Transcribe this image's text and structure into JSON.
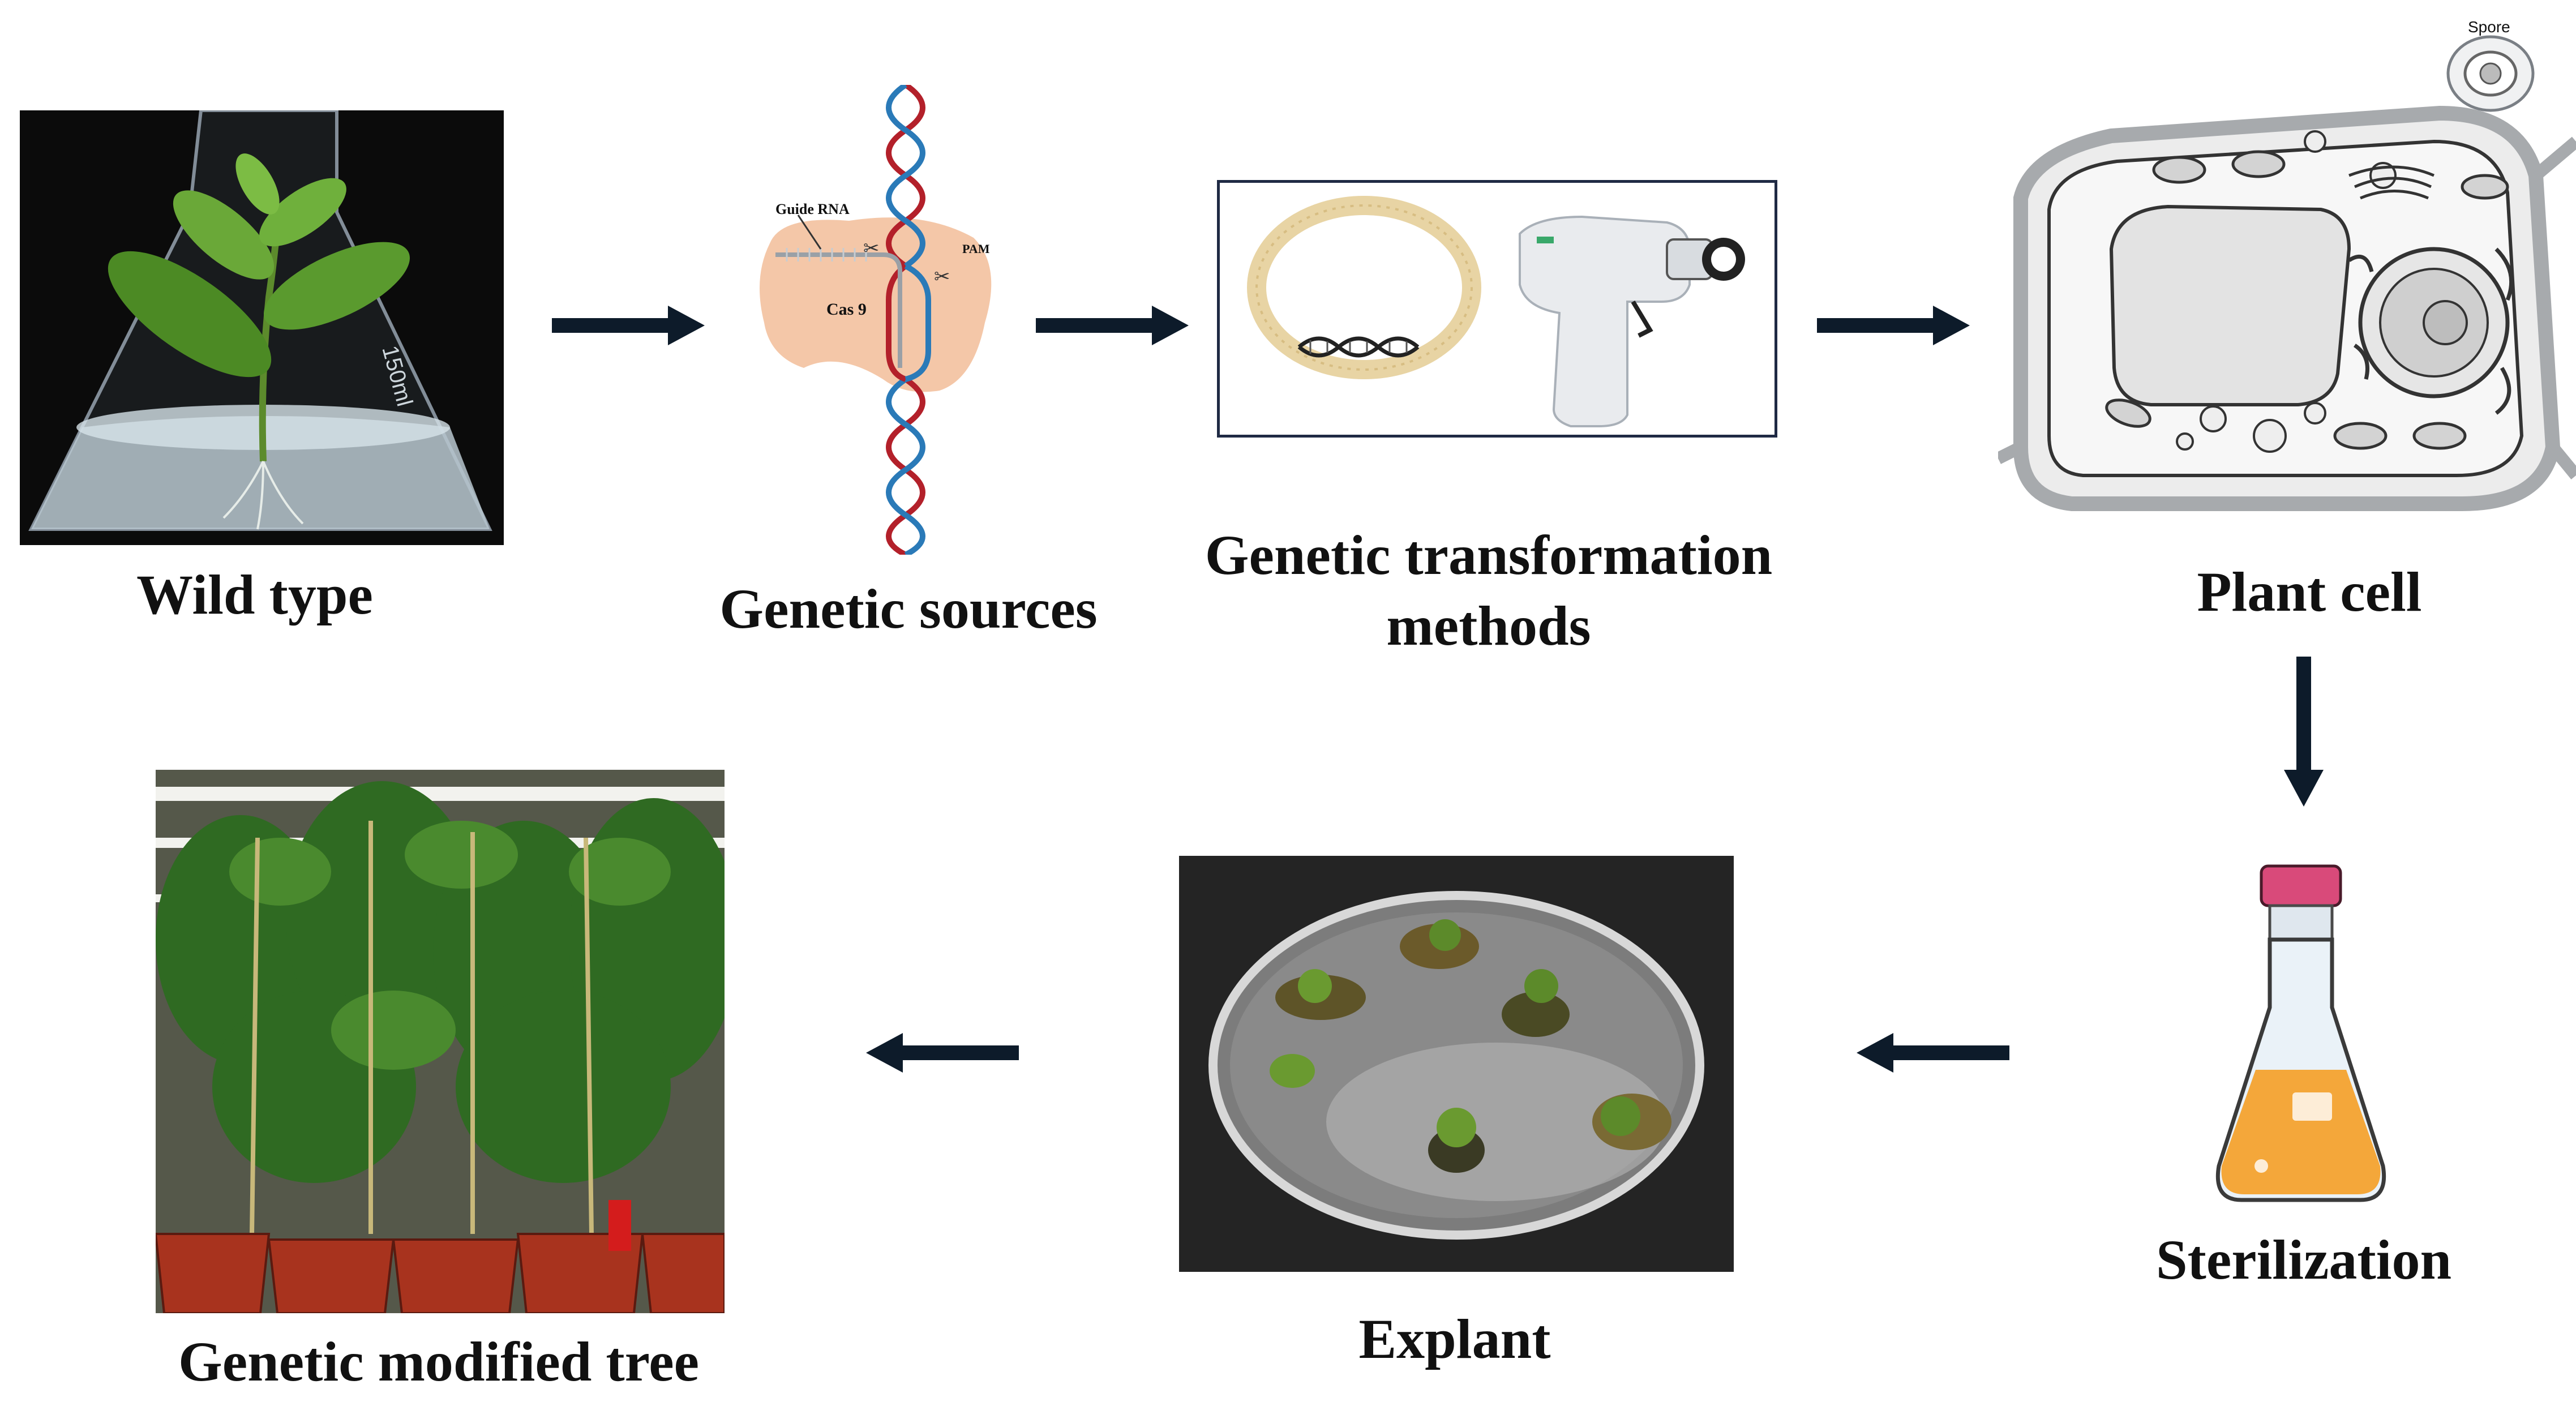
{
  "steps": {
    "wild_type": "Wild type",
    "genetic_sources": "Genetic sources",
    "transformation_line1": "Genetic transformation",
    "transformation_line2": "methods",
    "plant_cell": "Plant cell",
    "sterilization": "Sterilization",
    "explant": "Explant",
    "gm_tree": "Genetic modified tree"
  },
  "crispr": {
    "guide_rna": "Guide RNA",
    "cas9": "Cas 9",
    "pam": "PAM"
  },
  "cell": {
    "spore": "Spore"
  },
  "colors": {
    "arrow": "#0d1b2a",
    "dna_red": "#b3202a",
    "dna_blue": "#2a7ab8",
    "cas9_fill": "#f4c7a8",
    "flask_liquid": "#f4a73a",
    "flask_cap": "#d94a7a"
  }
}
